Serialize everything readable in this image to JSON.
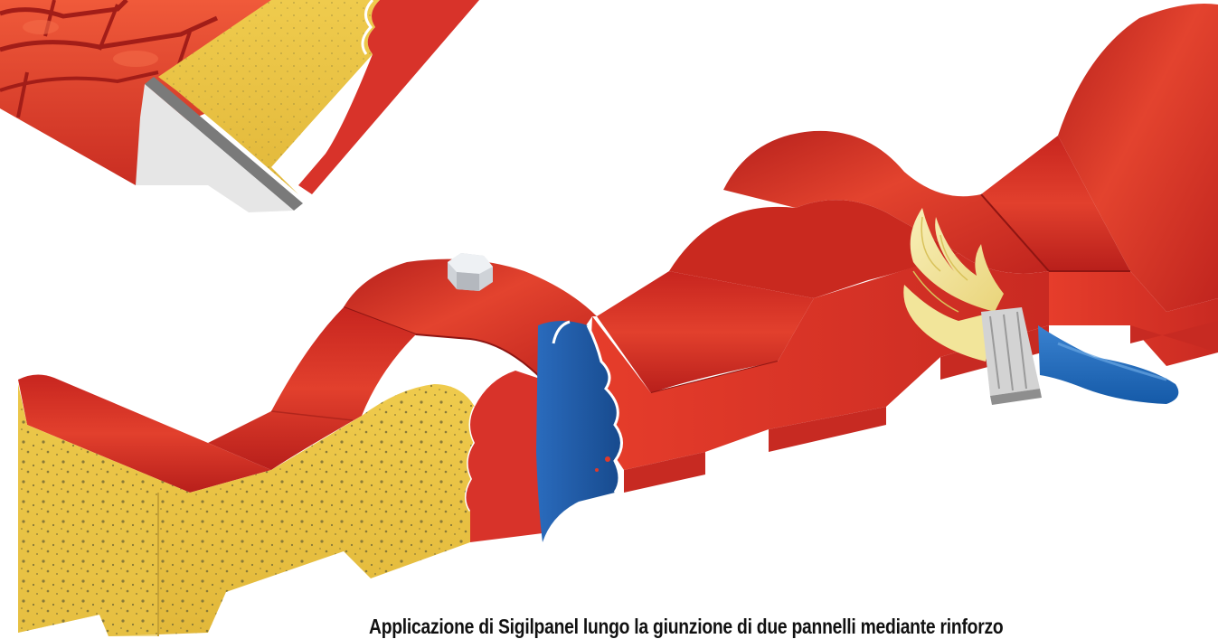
{
  "caption": {
    "text": "Applicazione di Sigilpanel lungo la giunzione di due pannelli mediante rinforzo"
  },
  "colors": {
    "panel_red": "#d9342b",
    "panel_red_dark": "#a81d1a",
    "panel_red_light": "#ef5a3c",
    "foam_yellow": "#e8c242",
    "foam_dots": "#8a7a38",
    "sealant_blue": "#1f5aa6",
    "brush_bristles": "#f4e7a0",
    "brush_ferrule": "#cfcfcf",
    "brush_handle": "#1e64b4",
    "steel_grey": "#7a7a7a",
    "liner_white": "#e6e6e6"
  },
  "icons": [
    "roof-tile-panel",
    "bolt-head",
    "paint-brush",
    "sealant-strip",
    "insulation-foam"
  ]
}
